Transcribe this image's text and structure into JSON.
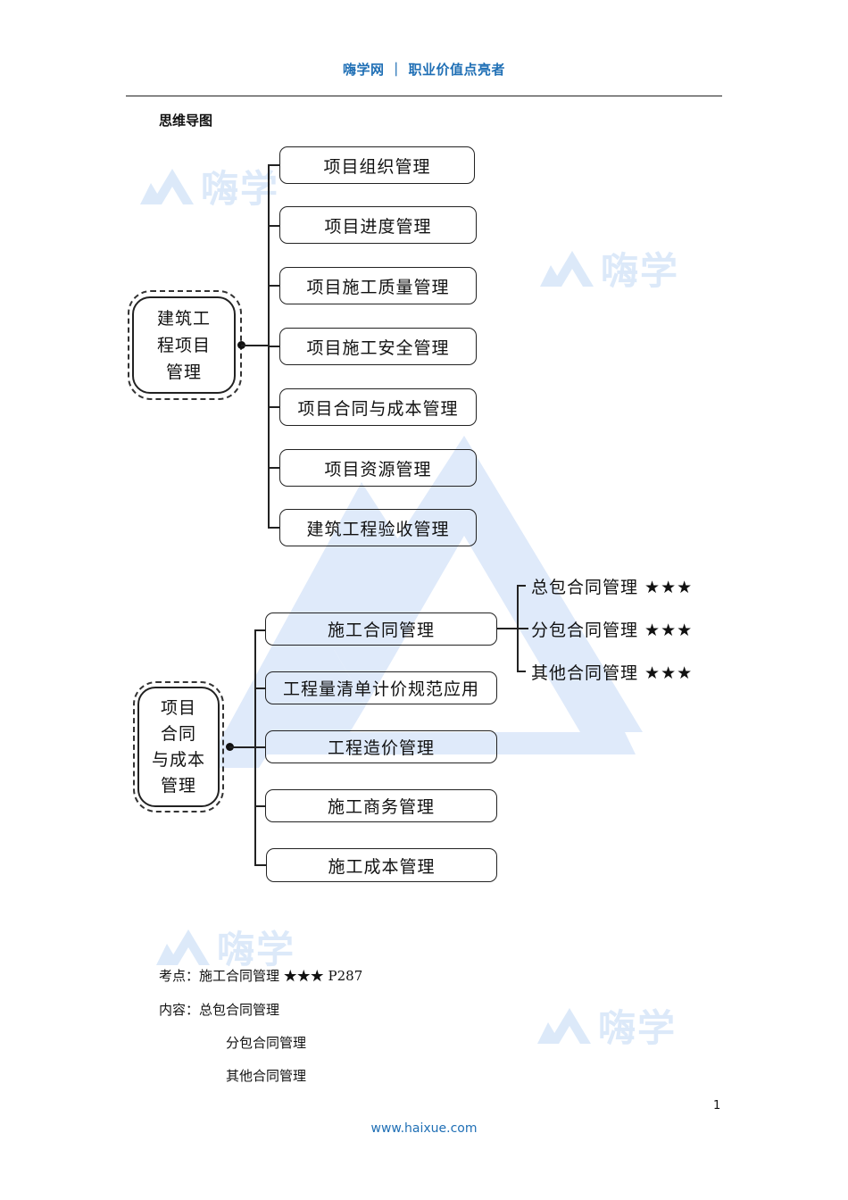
{
  "header": {
    "title": "嗨学网 ｜ 职业价值点亮者"
  },
  "section": {
    "title": "思维导图"
  },
  "watermark": {
    "text": "嗨学",
    "color": "#dce9f9"
  },
  "mindmap1": {
    "root": [
      "建筑工",
      "程项目",
      "管理"
    ],
    "children": [
      "项目组织管理",
      "项目进度管理",
      "项目施工质量管理",
      "项目施工安全管理",
      "项目合同与成本管理",
      "项目资源管理",
      "建筑工程验收管理"
    ]
  },
  "mindmap2": {
    "root": [
      "项目",
      "合同",
      "与成本",
      "管理"
    ],
    "children": [
      "施工合同管理",
      "工程量清单计价规范应用",
      "工程造价管理",
      "施工商务管理",
      "施工成本管理"
    ],
    "sub_children": [
      "总包合同管理 ★★★",
      "分包合同管理 ★★★",
      "其他合同管理 ★★★"
    ]
  },
  "notes": {
    "kaodian": "考点：施工合同管理 ★★★ P287",
    "neirong": "内容：总包合同管理",
    "line2": "分包合同管理",
    "line3": "其他合同管理"
  },
  "footer": {
    "page_number": "1",
    "url": "www.haixue.com"
  },
  "colors": {
    "brand_blue": "#1f6fb5",
    "watermark_blue": "#dce9f9",
    "line": "#222222"
  }
}
